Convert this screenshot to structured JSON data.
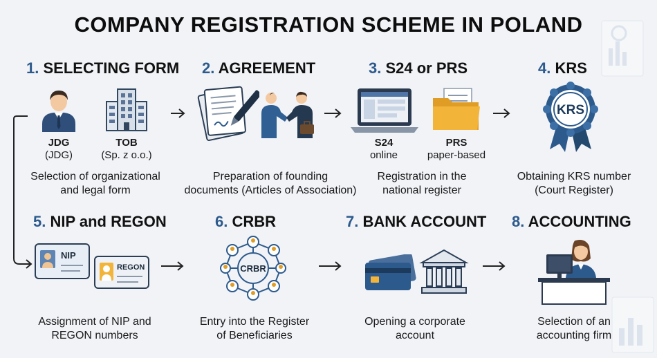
{
  "title": "COMPANY REGISTRATION SCHEME IN POLAND",
  "steps": [
    {
      "number": "1.",
      "name": "SELECTING FORM",
      "options": [
        {
          "label": "JDG",
          "sub": "(JDG)"
        },
        {
          "label": "TOB",
          "sub": "(Sp. z o.o.)"
        }
      ],
      "caption_line1": "Selection of organizational",
      "caption_line2": "and legal form"
    },
    {
      "number": "2.",
      "name": "AGREEMENT",
      "caption_line1": "Preparation of founding",
      "caption_line2": "documents (Articles of Association)"
    },
    {
      "number": "3.",
      "name": "S24 or PRS",
      "options": [
        {
          "label": "S24",
          "sub": "online"
        },
        {
          "label": "PRS",
          "sub": "paper-based"
        }
      ],
      "caption_line1": "Registration in the",
      "caption_line2": "national register"
    },
    {
      "number": "4.",
      "name": "KRS",
      "badge": "KRS",
      "caption_line1": "Obtaining KRS number",
      "caption_line2": "(Court Register)"
    },
    {
      "number": "5.",
      "name": "NIP and REGON",
      "cards": [
        "NIP",
        "REGON"
      ],
      "caption_line1": "Assignment of NIP and",
      "caption_line2": "REGON numbers"
    },
    {
      "number": "6.",
      "name": "CRBR",
      "hub": "CRBR",
      "caption_line1": "Entry into the Register",
      "caption_line2": "of Beneficiaries"
    },
    {
      "number": "7.",
      "name": "BANK ACCOUNT",
      "caption_line1": "Opening a corporate",
      "caption_line2": "account"
    },
    {
      "number": "8.",
      "name": "ACCOUNTING",
      "caption_line1": "Selection of an",
      "caption_line2": "accounting firm"
    }
  ],
  "colors": {
    "accent_blue": "#2d5a8c",
    "folder_yellow": "#f2b53a",
    "background": "#f1f3f7"
  }
}
